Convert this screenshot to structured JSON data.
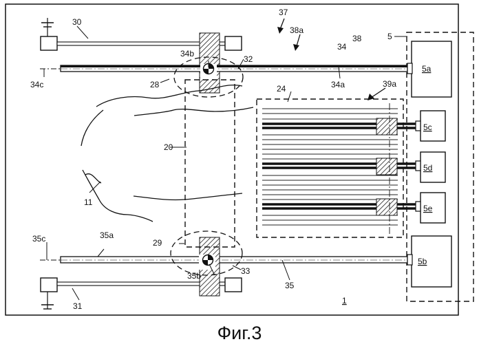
{
  "figure_caption": "Фиг.3",
  "labels": {
    "l1": "1",
    "l5": "5",
    "l5a": "5a",
    "l5b": "5b",
    "l5c": "5c",
    "l5d": "5d",
    "l5e": "5e",
    "l11": "11",
    "l20": "20",
    "l24": "24",
    "l28": "28",
    "l29": "29",
    "l30": "30",
    "l31": "31",
    "l32": "32",
    "l33": "33",
    "l34": "34",
    "l34a": "34a",
    "l34b": "34b",
    "l34c": "34c",
    "l35": "35",
    "l35a": "35a",
    "l35b": "35b",
    "l35c": "35c",
    "l37": "37",
    "l38": "38",
    "l38a": "38a",
    "l39a": "39a"
  }
}
